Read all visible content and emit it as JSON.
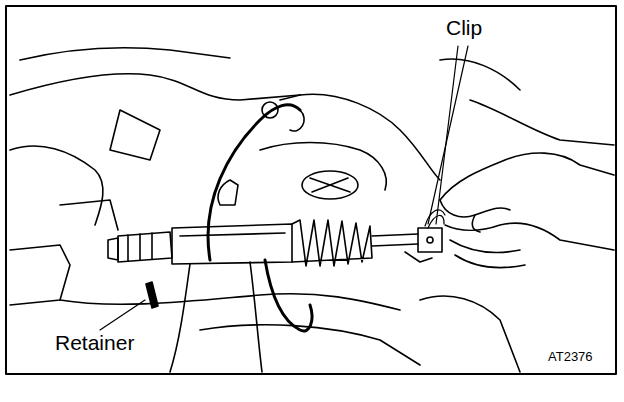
{
  "diagram": {
    "labels": [
      "Clip",
      "Retainer",
      "AT2376"
    ]
  }
}
